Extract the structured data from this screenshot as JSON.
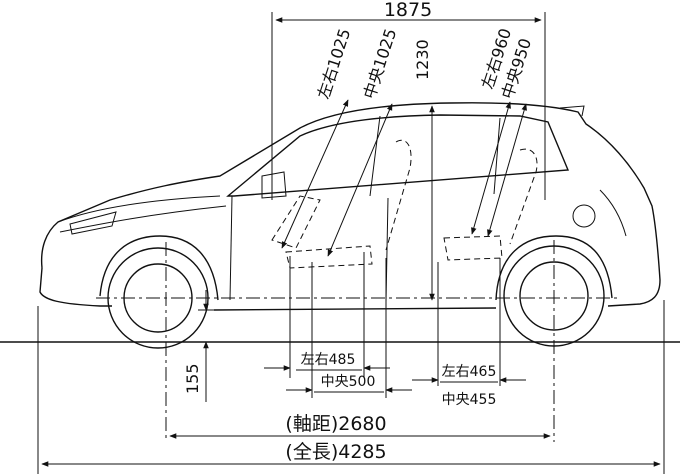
{
  "dimensions": {
    "interior_length": "1875",
    "front_headroom_side": "左右1025",
    "front_headroom_center": "中央1025",
    "interior_height": "1230",
    "rear_headroom_side": "左右960",
    "rear_headroom_center": "中央950",
    "front_seat_side": "左右485",
    "front_seat_center": "中央500",
    "rear_seat_side": "左右465",
    "rear_seat_center": "中央455",
    "ground_clearance": "155",
    "wheelbase": "(軸距)2680",
    "overall_length": "(全長)4285"
  },
  "colors": {
    "line": "#111111",
    "background": "#ffffff"
  }
}
